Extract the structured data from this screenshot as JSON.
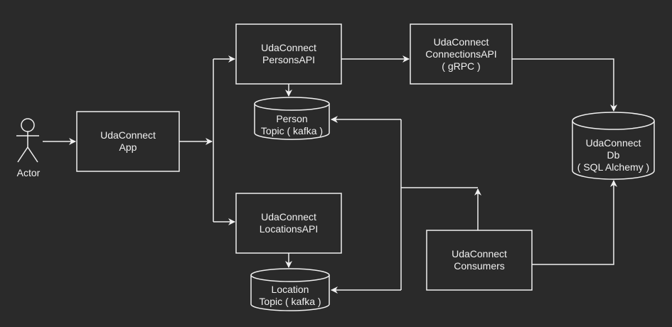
{
  "diagram": {
    "colors": {
      "background": "#2a2a2a",
      "stroke": "#f0f0f0",
      "text": "#f0f0f0"
    },
    "actor": {
      "label": "Actor",
      "icon": "stick-figure-icon"
    },
    "nodes": {
      "app": {
        "lines": [
          "UdaConnect",
          "App"
        ]
      },
      "persons_api": {
        "lines": [
          "UdaConnect",
          "PersonsAPI"
        ]
      },
      "connections_api": {
        "lines": [
          "UdaConnect",
          "ConnectionsAPI",
          "( gRPC )"
        ]
      },
      "person_topic": {
        "lines": [
          "Person",
          "Topic ( kafka )"
        ]
      },
      "locations_api": {
        "lines": [
          "UdaConnect",
          "LocationsAPI"
        ]
      },
      "location_topic": {
        "lines": [
          "Location",
          "Topic ( kafka )"
        ]
      },
      "consumers": {
        "lines": [
          "UdaConnect",
          "Consumers"
        ]
      },
      "db": {
        "lines": [
          "UdaConnect",
          "Db",
          "( SQL Alchemy )"
        ]
      }
    }
  }
}
